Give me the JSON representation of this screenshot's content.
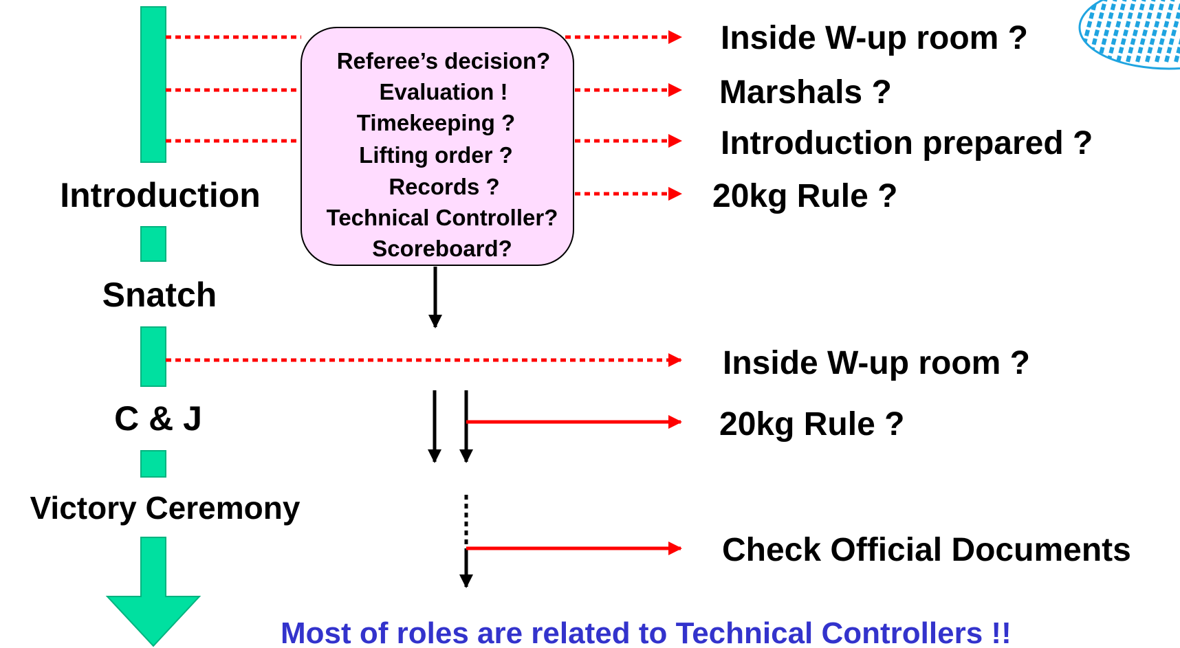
{
  "stages": [
    {
      "id": "introduction",
      "label": "Introduction"
    },
    {
      "id": "snatch",
      "label": "Snatch"
    },
    {
      "id": "cj",
      "label": "C & J"
    },
    {
      "id": "victory",
      "label": "Victory Ceremony"
    }
  ],
  "checklist_box": {
    "items": [
      "Referee’s decision?",
      "Evaluation !",
      "Timekeeping ?",
      "Lifting order ?",
      "Records ?",
      "Technical Controller?",
      "Scoreboard?"
    ]
  },
  "targets": [
    {
      "id": "warmup-room-1",
      "label": "Inside W-up room ?"
    },
    {
      "id": "marshals",
      "label": "Marshals ?"
    },
    {
      "id": "introduction-prepared",
      "label": "Introduction prepared ?"
    },
    {
      "id": "rule-20kg-1",
      "label": "20kg Rule ?"
    },
    {
      "id": "warmup-room-2",
      "label": "Inside W-up room ?"
    },
    {
      "id": "rule-20kg-2",
      "label": "20kg Rule ?"
    },
    {
      "id": "official-documents",
      "label": "Check Official Documents"
    }
  ],
  "conclusion": "Most of roles are related to Technical Controllers !!",
  "colors": {
    "timeline": "#00e0a0",
    "timeline_stroke": "#00b37f",
    "checklist_fill": "#ffdcff",
    "red_arrow": "#ff0000",
    "black_arrow": "#000000",
    "conclusion_text": "#3333cc",
    "logo_blue": "#1fa4e0"
  }
}
